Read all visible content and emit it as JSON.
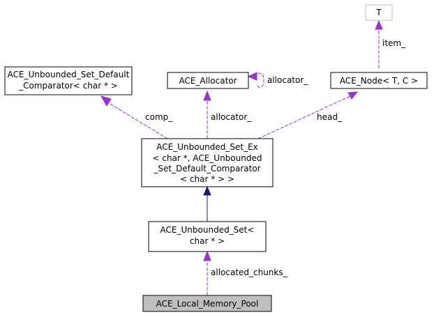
{
  "diagram": {
    "nodes": {
      "t": {
        "lines": [
          "T"
        ]
      },
      "node": {
        "lines": [
          "ACE_Node< T, C >"
        ]
      },
      "allocator": {
        "lines": [
          "ACE_Allocator"
        ]
      },
      "comparator": {
        "lines": [
          "ACE_Unbounded_Set_Default",
          "_Comparator< char * >"
        ]
      },
      "set_ex": {
        "lines": [
          "ACE_Unbounded_Set_Ex",
          "< char *, ACE_Unbounded",
          "_Set_Default_Comparator",
          "< char * > >"
        ]
      },
      "set": {
        "lines": [
          "ACE_Unbounded_Set<",
          "char * >"
        ]
      },
      "pool": {
        "lines": [
          "ACE_Local_Memory_Pool"
        ]
      }
    },
    "edges": {
      "item": "item_",
      "allocator_self": "allocator_",
      "comp": "comp_",
      "allocator": "allocator_",
      "head": "head_",
      "allocated_chunks": "allocated_chunks_"
    },
    "colors": {
      "usage_edge": "#9a32cd",
      "inheritance_edge": "#191970",
      "highlight_fill": "#bfbfbf"
    }
  }
}
